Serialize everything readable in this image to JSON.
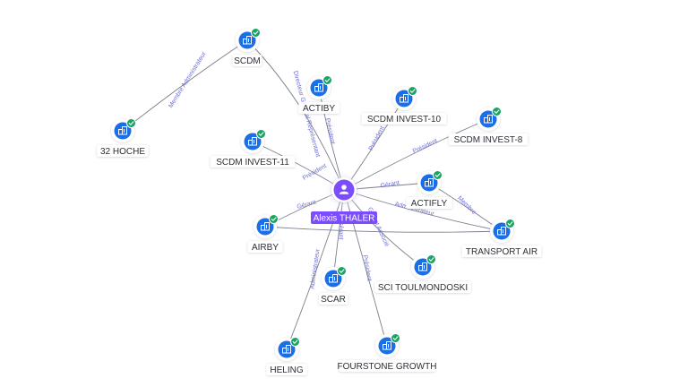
{
  "center": {
    "name": "Alexis THALER",
    "icon": "person-icon",
    "color": "#7c4dff"
  },
  "colors": {
    "company_icon": "#1a6fe8",
    "check_badge": "#19a463",
    "edge": "#7a7f8c",
    "edge_label": "#6a6fd0"
  },
  "nodes": [
    {
      "id": "scdm",
      "label": "SCDM"
    },
    {
      "id": "32hoche",
      "label": "32 HOCHE"
    },
    {
      "id": "actiby",
      "label": "ACTIBY"
    },
    {
      "id": "scdminvest10",
      "label": "SCDM INVEST-10"
    },
    {
      "id": "scdminvest8",
      "label": "SCDM INVEST-8"
    },
    {
      "id": "scdminvest11",
      "label": "SCDM INVEST-11"
    },
    {
      "id": "actifly",
      "label": "ACTIFLY"
    },
    {
      "id": "airby",
      "label": "AIRBY"
    },
    {
      "id": "transportair",
      "label": "TRANSPORT AIR"
    },
    {
      "id": "scitoulmondoski",
      "label": "SCI TOULMONDOSKI"
    },
    {
      "id": "scar",
      "label": "SCAR"
    },
    {
      "id": "heling",
      "label": "HELING"
    },
    {
      "id": "fourstone",
      "label": "FOURSTONE GROWTH"
    }
  ],
  "edges": [
    {
      "from": "center",
      "to": "scdm",
      "label": "Directeur Général Représentant"
    },
    {
      "from": "scdm",
      "to": "32hoche",
      "label": "Membre Administrateur"
    },
    {
      "from": "center",
      "to": "actiby",
      "label": "Président"
    },
    {
      "from": "center",
      "to": "scdminvest10",
      "label": "Président"
    },
    {
      "from": "center",
      "to": "scdminvest8",
      "label": "Président"
    },
    {
      "from": "center",
      "to": "scdminvest11",
      "label": "Président"
    },
    {
      "from": "center",
      "to": "actifly",
      "label": "Gérant"
    },
    {
      "from": "actifly",
      "to": "transportair",
      "label": "Membre"
    },
    {
      "from": "center",
      "to": "transportair",
      "label": "Administrateur"
    },
    {
      "from": "center",
      "to": "airby",
      "label": "Gérant"
    },
    {
      "from": "airby",
      "to": "transportair",
      "label": ""
    },
    {
      "from": "center",
      "to": "scitoulmondoski",
      "label": "Gérant Associé"
    },
    {
      "from": "center",
      "to": "scar",
      "label": "Gérant"
    },
    {
      "from": "center",
      "to": "heling",
      "label": "Administrateur"
    },
    {
      "from": "center",
      "to": "fourstone",
      "label": "Président"
    }
  ]
}
